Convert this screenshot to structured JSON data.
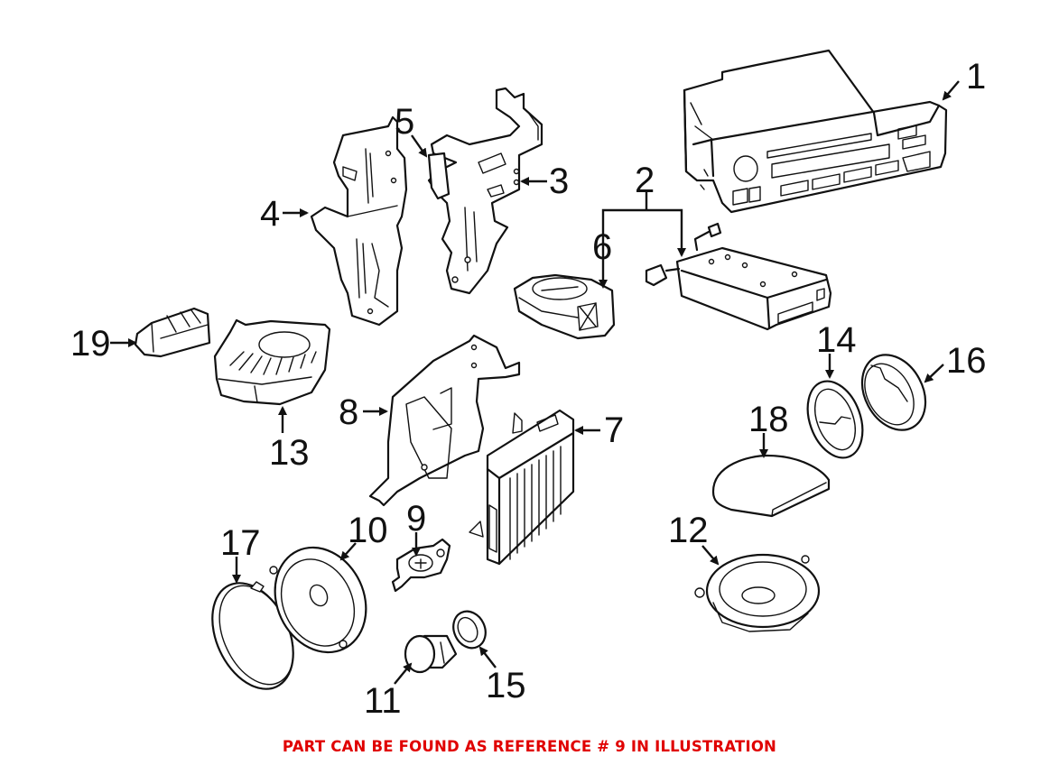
{
  "diagram": {
    "title": "Audio system parts diagram",
    "highlighted_reference": "9",
    "callouts": [
      {
        "number": "1",
        "part": "radio-head-unit"
      },
      {
        "number": "2",
        "part": "amplifier-bracket-group"
      },
      {
        "number": "3",
        "part": "mounting-bracket-right"
      },
      {
        "number": "4",
        "part": "mounting-bracket-left"
      },
      {
        "number": "5",
        "part": "bracket-clip"
      },
      {
        "number": "6",
        "part": "subwoofer-module"
      },
      {
        "number": "7",
        "part": "amplifier-module"
      },
      {
        "number": "8",
        "part": "amplifier-mount-bracket"
      },
      {
        "number": "9",
        "part": "tweeter-holder"
      },
      {
        "number": "10",
        "part": "door-speaker"
      },
      {
        "number": "11",
        "part": "tweeter"
      },
      {
        "number": "12",
        "part": "speaker"
      },
      {
        "number": "13",
        "part": "subwoofer-enclosure"
      },
      {
        "number": "14",
        "part": "speaker-adapter-ring"
      },
      {
        "number": "15",
        "part": "tweeter-ring"
      },
      {
        "number": "16",
        "part": "speaker-housing"
      },
      {
        "number": "17",
        "part": "speaker-cover"
      },
      {
        "number": "18",
        "part": "speaker-pad"
      },
      {
        "number": "19",
        "part": "connector-module"
      }
    ]
  },
  "footer": {
    "note": "PART CAN BE FOUND AS REFERENCE # 9 IN ILLUSTRATION",
    "note_color": "#e00000"
  }
}
